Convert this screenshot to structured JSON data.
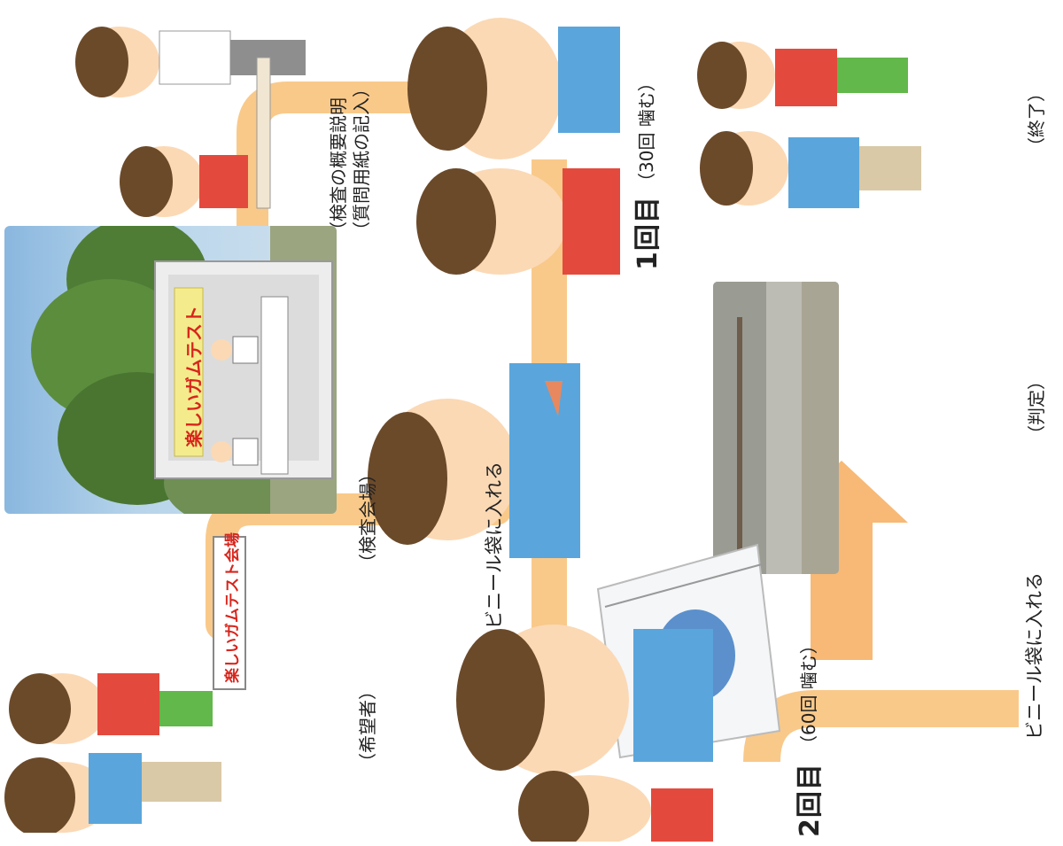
{
  "steps": {
    "applicant": "（希望者）",
    "venue": "（検査会場）",
    "overview_line1": "（検査の概要説明",
    "overview_line2": "（質問用紙の記入）",
    "round1_label": "1回目",
    "round1_note": "（30回 噛む）",
    "bag1": "ビニール袋に入れる",
    "round2_label": "2回目",
    "round2_note": "（60回 噛む）",
    "bag2": "ビニール袋に入れる",
    "judgment": "（判定）",
    "end": "（終了）"
  },
  "venue_sign": {
    "banner": "楽しいガムテスト",
    "side_sign": "楽しいガムテスト会場"
  },
  "colors": {
    "path": "#f9c98a",
    "shirt_blue": "#5aa6dc",
    "shirt_red": "#e34a3d",
    "pants_green": "#62b84a",
    "skin": "#fbd9b5",
    "hair": "#6b4a2a",
    "sky": "#9cc6e6",
    "trees": "#4f7d35",
    "arrow": "#f7b975"
  }
}
